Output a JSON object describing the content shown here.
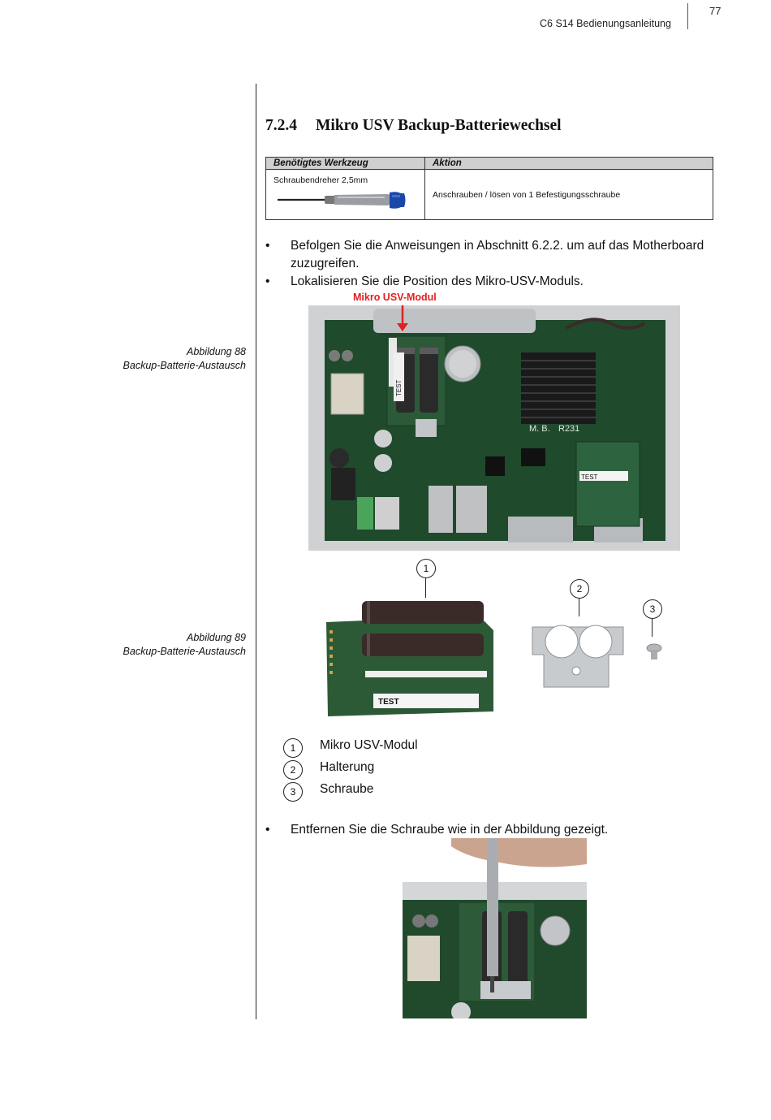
{
  "header": {
    "doc_title": "C6 S14 Bedienungsanleitung",
    "page_number": "77"
  },
  "section": {
    "number": "7.2.4",
    "title": "Mikro USV Backup-Batteriewechsel"
  },
  "tool_table": {
    "col_tool": "Benötigtes Werkzeug",
    "col_action": "Aktion",
    "tool": "Schraubendreher 2,5mm",
    "action": "Anschrauben / lösen von 1 Befestigungsschraube"
  },
  "bullets": [
    "Befolgen Sie die Anweisungen in Abschnitt 6.2.2. um auf das Motherboard",
    "zuzugreifen.",
    "Lokalisieren Sie die Position des Mikro-USV-Moduls.",
    "Entfernen Sie die Schraube wie in der Abbildung gezeigt."
  ],
  "bullet_glyph": "•",
  "figures": {
    "fig88": {
      "caption_line1": "Abbildung 88",
      "caption_line2": "Backup-Batterie-Austausch",
      "callout": "Mikro USV-Modul",
      "board_texts": [
        "M. B.",
        "R231",
        "TEST",
        "TEST"
      ]
    },
    "fig89": {
      "caption_line1": "Abbildung 89",
      "caption_line2": "Backup-Batterie-Austausch",
      "callout_numbers": [
        "1",
        "2",
        "3"
      ],
      "board_text": "TEST"
    }
  },
  "legend": [
    {
      "num": "1",
      "label": "Mikro USV-Modul"
    },
    {
      "num": "2",
      "label": "Halterung"
    },
    {
      "num": "3",
      "label": "Schraube"
    }
  ],
  "colors": {
    "pcb_green": "#1f4a2c",
    "callout_red": "#e12020",
    "table_header": "#cfcfcf"
  }
}
